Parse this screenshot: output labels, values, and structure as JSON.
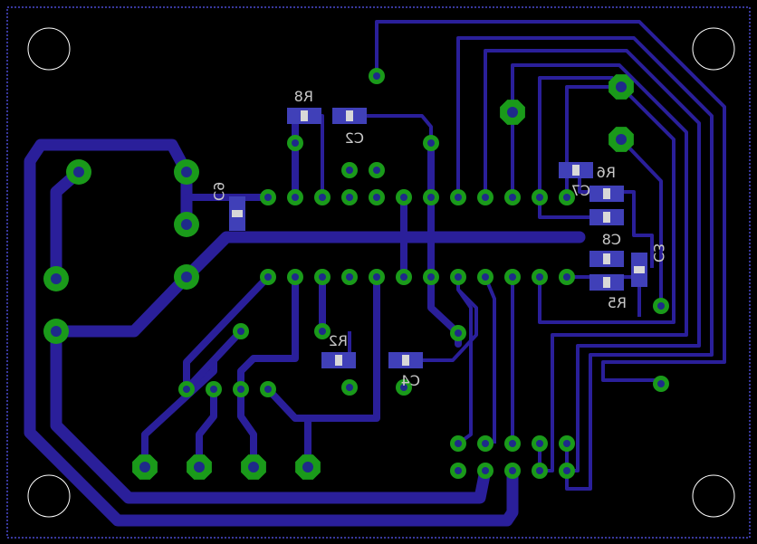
{
  "board": {
    "colors": {
      "background": "#000000",
      "outline": "#4a4ad0",
      "trace": "#2a1f9a",
      "pad": "#1a9a1a",
      "pad_hole": "#1e2a8a",
      "smd": "#4040b8",
      "smd_band": "#d8d8d8",
      "silk": "#c8c8c8",
      "mount_hole": "#ffffff"
    },
    "labels": {
      "r8": "R8",
      "c2": "C2",
      "c9": "C9",
      "c7": "C7",
      "r6": "R6",
      "c8": "C8",
      "c3": "C3",
      "r5": "R5",
      "r2": "R2",
      "c4": "C4"
    }
  }
}
